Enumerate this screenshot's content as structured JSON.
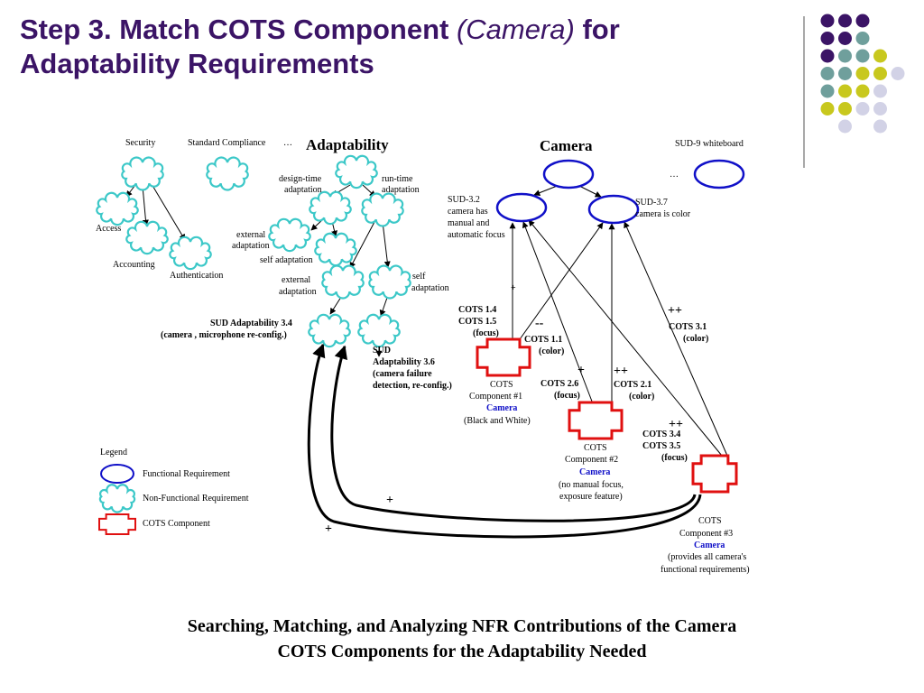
{
  "slide": {
    "title_part1": "Step 3. Match COTS Component ",
    "title_em": "(Camera)",
    "title_part2": " for Adaptability Requirements",
    "caption_line1": "Searching, Matching, and Analyzing NFR Contributions of the Camera",
    "caption_line2": "COTS Components for the Adaptability Needed"
  },
  "colors": {
    "title": "#3b1466",
    "nfr_stroke": "#3cc8c8",
    "fr_stroke": "#1010c8",
    "cots_stroke": "#e01010",
    "dot_purple": "#3b1466",
    "dot_teal": "#6f9f9c",
    "dot_yellow": "#c8c81e",
    "dot_lavender": "#d2d2e6"
  },
  "decoration": {
    "dot_grid": [
      [
        "purple",
        "purple",
        "purple",
        "none"
      ],
      [
        "purple",
        "purple",
        "teal",
        "none"
      ],
      [
        "purple",
        "teal",
        "teal",
        "yellow"
      ],
      [
        "teal",
        "teal",
        "yellow",
        "yellow",
        "lavender"
      ],
      [
        "teal",
        "yellow",
        "yellow",
        "lavender"
      ],
      [
        "yellow",
        "yellow",
        "lavender",
        "lavender"
      ],
      [
        "none",
        "lavender",
        "none",
        "lavender"
      ]
    ]
  },
  "diagram": {
    "labels": {
      "security": "Security",
      "standard_compliance": "Standard Compliance",
      "ellipsis1": "…",
      "adaptability": "Adaptability",
      "camera": "Camera",
      "sud9": "SUD-9 whiteboard",
      "ellipsis2": "…",
      "access": "Access",
      "accounting": "Accounting",
      "authentication": "Authentication",
      "design_time_1": "design-time",
      "design_time_2": "adaptation",
      "run_time_1": "run-time",
      "run_time_2": "adaptation",
      "ext_adapt_a_1": "external",
      "ext_adapt_a_2": "adaptation",
      "self_adapt_a": "self adaptation",
      "ext_adapt_b_1": "external",
      "ext_adapt_b_2": "adaptation",
      "self_adapt_b_1": "self",
      "self_adapt_b_2": "adaptation",
      "sud34_1": "SUD Adaptability 3.4",
      "sud34_2": "(camera , microphone re-config.)",
      "sud36_1": "SUD",
      "sud36_2": "Adaptability 3.6",
      "sud36_3": "(camera failure",
      "sud36_4": "detection, re-config.)",
      "sud32_1": "SUD-3.2",
      "sud32_2": "camera has",
      "sud32_3": "manual and",
      "sud32_4": "automatic focus",
      "sud37_1": "SUD-3.7",
      "sud37_2": "camera is color",
      "cots14": "COTS 1.4",
      "cots15": "COTS 1.5",
      "cots1_focus": "(focus)",
      "cots11": "COTS 1.1",
      "cots11_color": "(color)",
      "cots26": "COTS 2.6",
      "cots26_focus": "(focus)",
      "cots21": "COTS 2.1",
      "cots21_color": "(color)",
      "cots31": "COTS 3.1",
      "cots31_color": "(color)",
      "cots34": "COTS 3.4",
      "cots35": "COTS  3.5",
      "cots3_focus": "(focus)",
      "comp1_1": "COTS",
      "comp1_2": "Component #1",
      "comp1_3": "Camera",
      "comp1_4": "(Black and White)",
      "comp2_1": "COTS",
      "comp2_2": "Component #2",
      "comp2_3": "Camera",
      "comp2_4": "(no manual focus,",
      "comp2_5": "exposure feature)",
      "comp3_1": "COTS",
      "comp3_2": "Component #3",
      "comp3_3": "Camera",
      "comp3_4": "(provides all camera's",
      "comp3_5": "functional requirements)",
      "plus_small": "+",
      "minusminus": "--",
      "plus_c2": "+",
      "pp_c21": "++",
      "pp_c31": "++",
      "pp_c34": "++",
      "plus_big1": "+",
      "plus_big2": "+"
    },
    "legend": {
      "title": "Legend",
      "fr": "Functional Requirement",
      "nfr": "Non-Functional Requirement",
      "cots": "COTS Component"
    }
  }
}
